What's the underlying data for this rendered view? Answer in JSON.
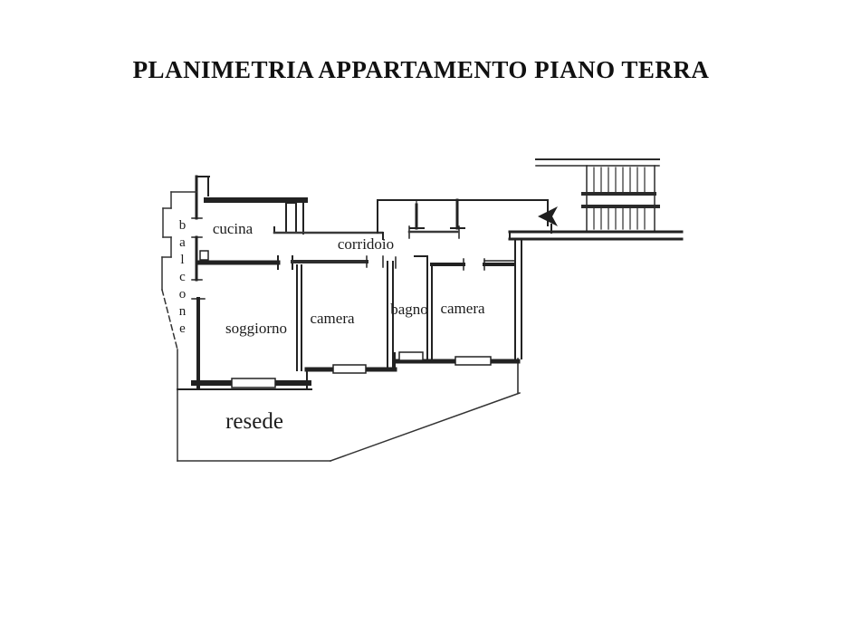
{
  "title": "PLANIMETRIA APPARTAMENTO PIANO TERRA",
  "plan": {
    "rooms": [
      {
        "key": "cucina",
        "label": "cucina"
      },
      {
        "key": "corridoio",
        "label": "corridoio"
      },
      {
        "key": "soggiorno",
        "label": "soggiorno"
      },
      {
        "key": "camera-1",
        "label": "camera"
      },
      {
        "key": "bagno",
        "label": "bagno"
      },
      {
        "key": "camera-2",
        "label": "camera"
      },
      {
        "key": "balcone",
        "label": "balcone"
      },
      {
        "key": "resede",
        "label": "resede"
      }
    ],
    "icons": [
      {
        "name": "stairs-icon"
      },
      {
        "name": "entrance-arrow-icon"
      }
    ],
    "colors": {
      "ink": "#1f1f1f",
      "background": "#ffffff"
    }
  }
}
